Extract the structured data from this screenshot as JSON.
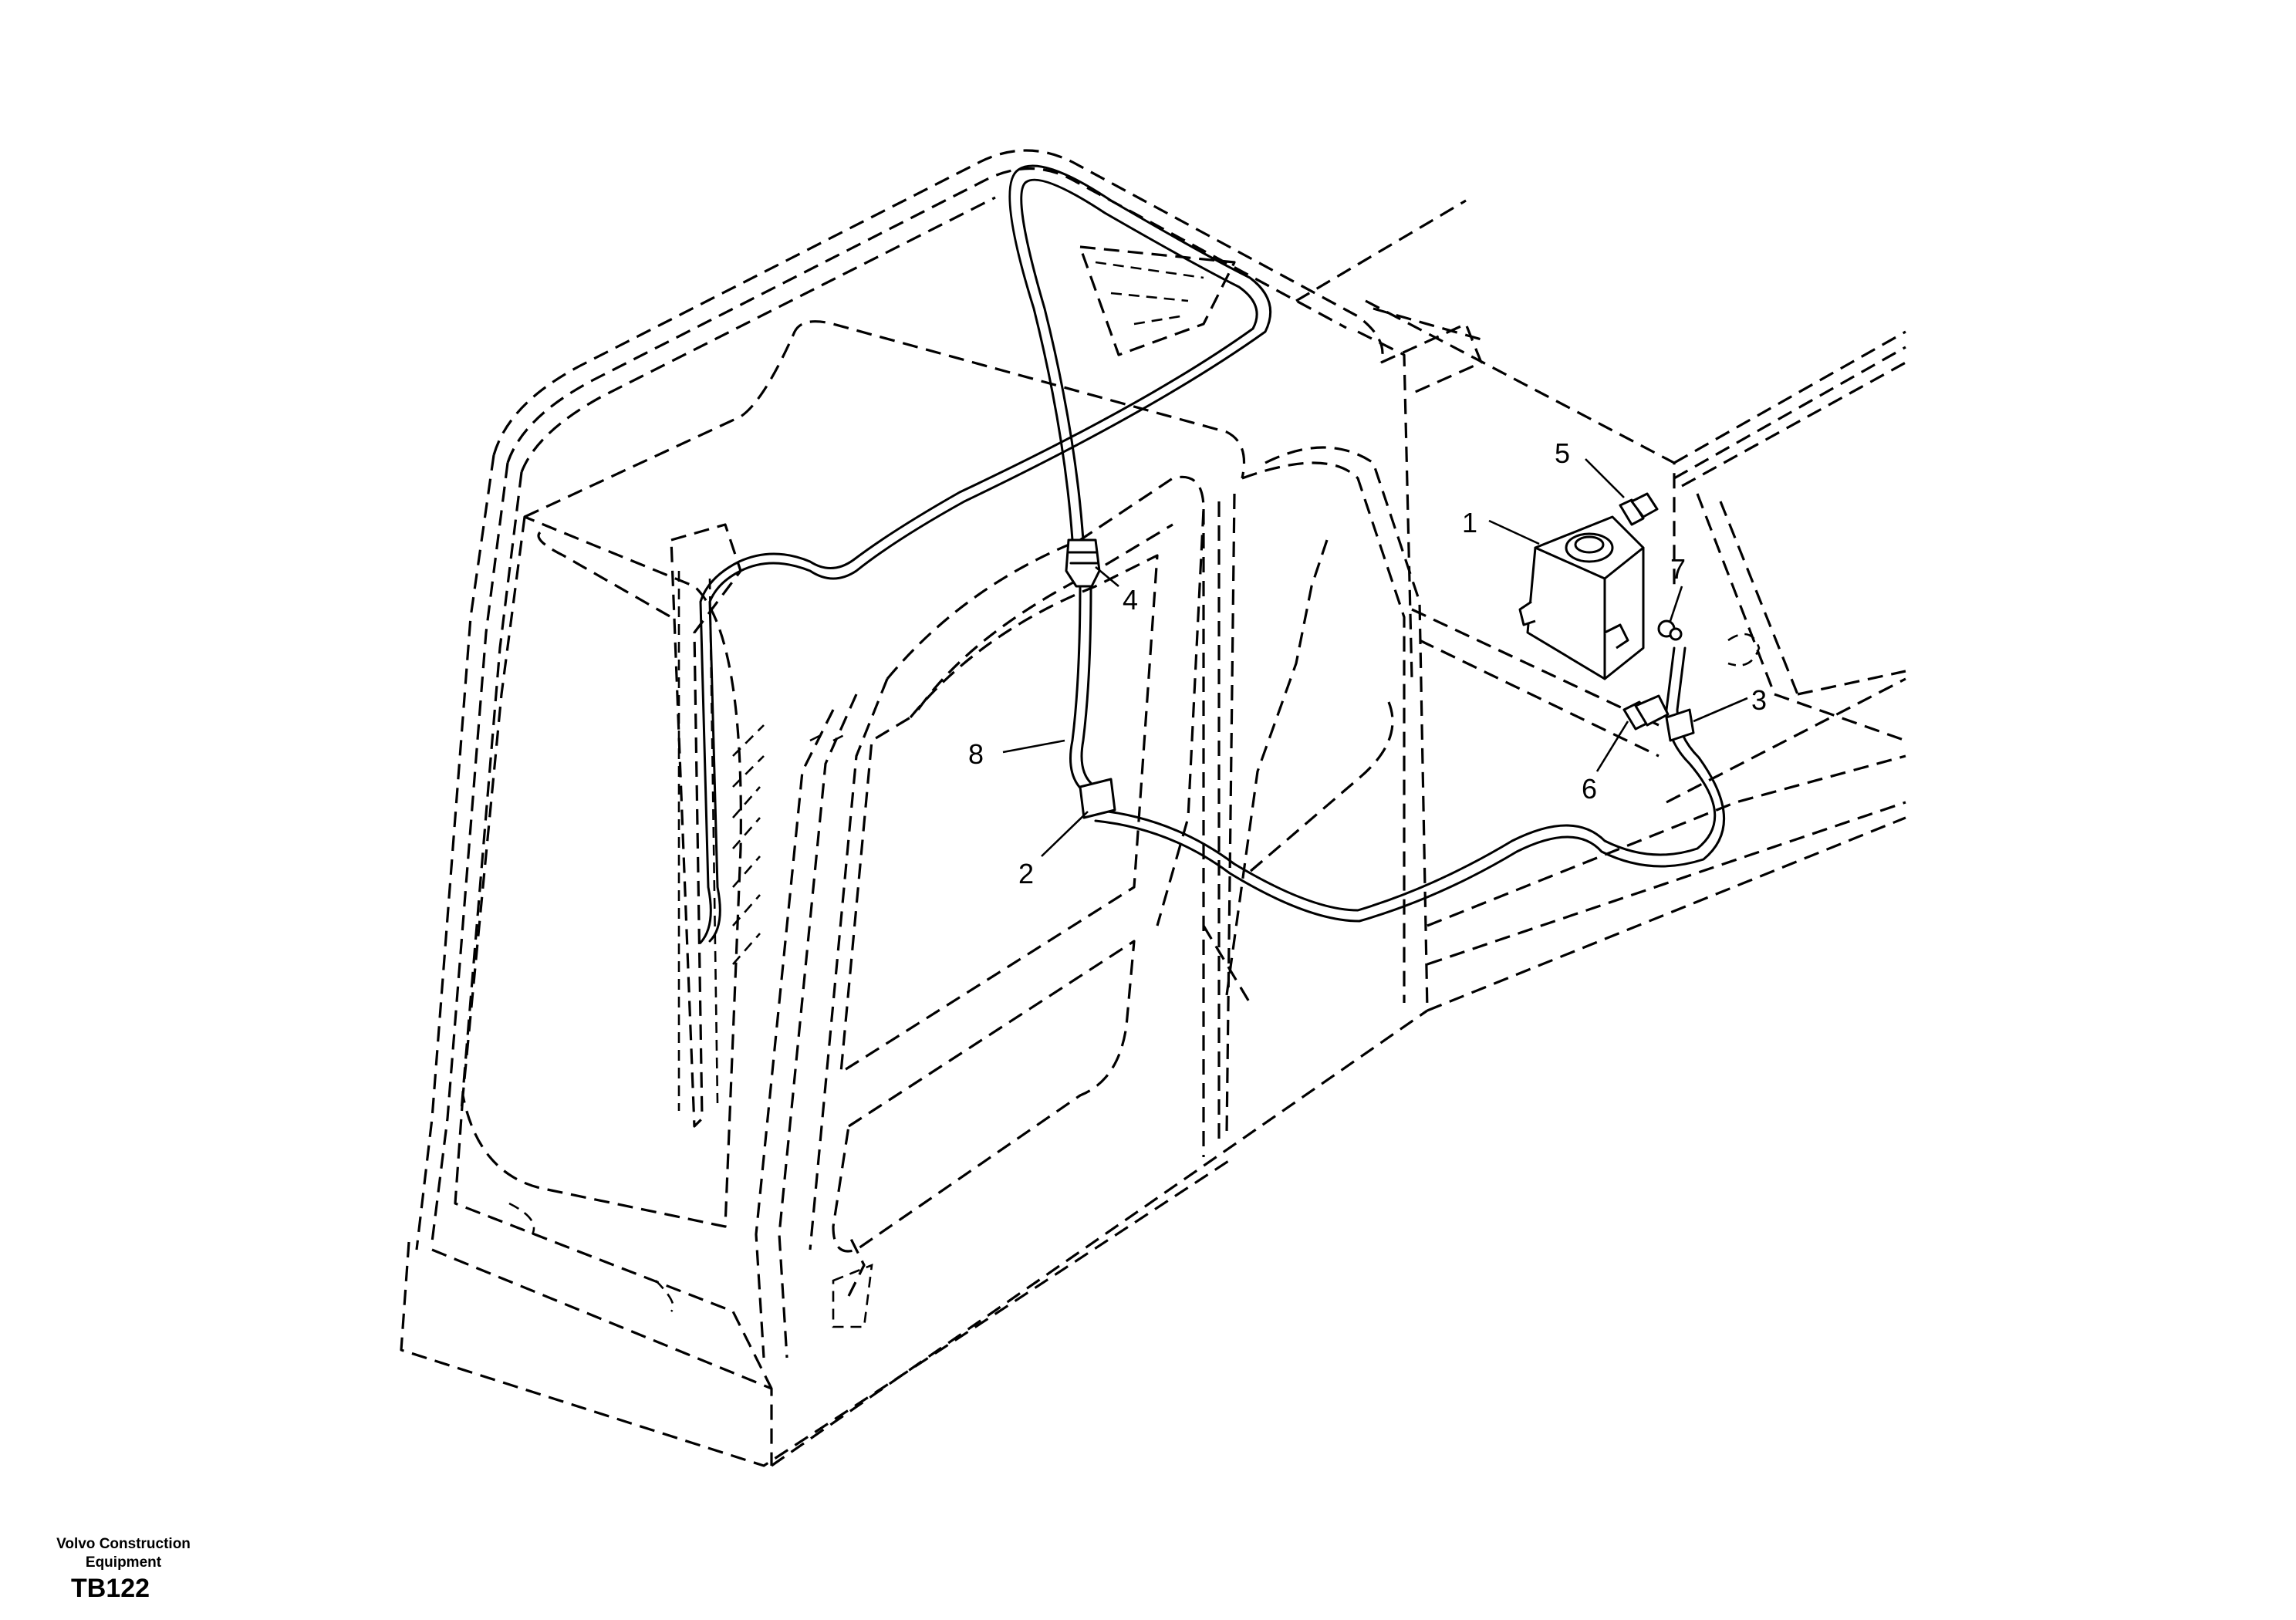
{
  "diagram": {
    "callouts": [
      {
        "id": "1",
        "label": "1"
      },
      {
        "id": "2",
        "label": "2"
      },
      {
        "id": "3",
        "label": "3"
      },
      {
        "id": "4",
        "label": "4"
      },
      {
        "id": "5",
        "label": "5"
      },
      {
        "id": "6",
        "label": "6"
      },
      {
        "id": "7",
        "label": "7"
      },
      {
        "id": "8",
        "label": "8"
      }
    ]
  },
  "footer": {
    "company_line1": "Volvo Construction",
    "company_line2": "Equipment",
    "drawing_code": "TB122"
  }
}
